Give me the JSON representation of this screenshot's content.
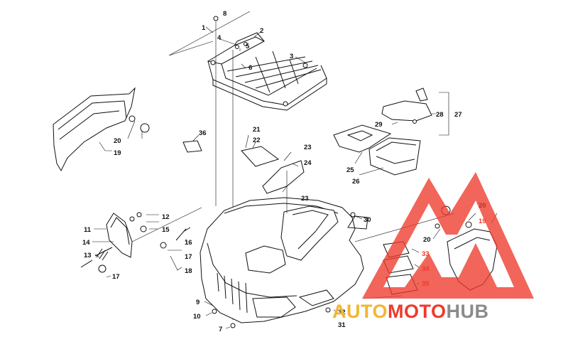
{
  "diagram": {
    "callouts": [
      {
        "id": "c1",
        "text": "1"
      },
      {
        "id": "c2",
        "text": "2"
      },
      {
        "id": "c3",
        "text": "3"
      },
      {
        "id": "c4",
        "text": "4"
      },
      {
        "id": "c5",
        "text": "5"
      },
      {
        "id": "c6",
        "text": "6"
      },
      {
        "id": "c7",
        "text": "7"
      },
      {
        "id": "c8",
        "text": "8"
      },
      {
        "id": "c9",
        "text": "9"
      },
      {
        "id": "c10",
        "text": "10"
      },
      {
        "id": "c11",
        "text": "11"
      },
      {
        "id": "c12",
        "text": "12"
      },
      {
        "id": "c13",
        "text": "13"
      },
      {
        "id": "c14",
        "text": "14"
      },
      {
        "id": "c15",
        "text": "15"
      },
      {
        "id": "c16",
        "text": "16"
      },
      {
        "id": "c17a",
        "text": "17"
      },
      {
        "id": "c17b",
        "text": "17"
      },
      {
        "id": "c18",
        "text": "18"
      },
      {
        "id": "c19a",
        "text": "19"
      },
      {
        "id": "c19b",
        "text": "19"
      },
      {
        "id": "c20a",
        "text": "20"
      },
      {
        "id": "c20b",
        "text": "20"
      },
      {
        "id": "c20c",
        "text": "20"
      },
      {
        "id": "c21",
        "text": "21"
      },
      {
        "id": "c22",
        "text": "22"
      },
      {
        "id": "c23a",
        "text": "23"
      },
      {
        "id": "c23b",
        "text": "23"
      },
      {
        "id": "c24",
        "text": "24"
      },
      {
        "id": "c25",
        "text": "25"
      },
      {
        "id": "c26",
        "text": "26"
      },
      {
        "id": "c27",
        "text": "27"
      },
      {
        "id": "c28",
        "text": "28"
      },
      {
        "id": "c29",
        "text": "29"
      },
      {
        "id": "c30",
        "text": "30"
      },
      {
        "id": "c31",
        "text": "31"
      },
      {
        "id": "c32",
        "text": "32"
      },
      {
        "id": "c33",
        "text": "33"
      },
      {
        "id": "c34",
        "text": "34"
      },
      {
        "id": "c35",
        "text": "35"
      },
      {
        "id": "c36",
        "text": "36"
      }
    ]
  },
  "watermark": {
    "word_auto": "AUTO",
    "word_moto": "MOTO",
    "word_hub": "HUB",
    "colors": {
      "auto": "#f2b632",
      "moto": "#ee3a2c",
      "hub": "#8b8b8b",
      "logo": "#ee3a2c"
    }
  }
}
